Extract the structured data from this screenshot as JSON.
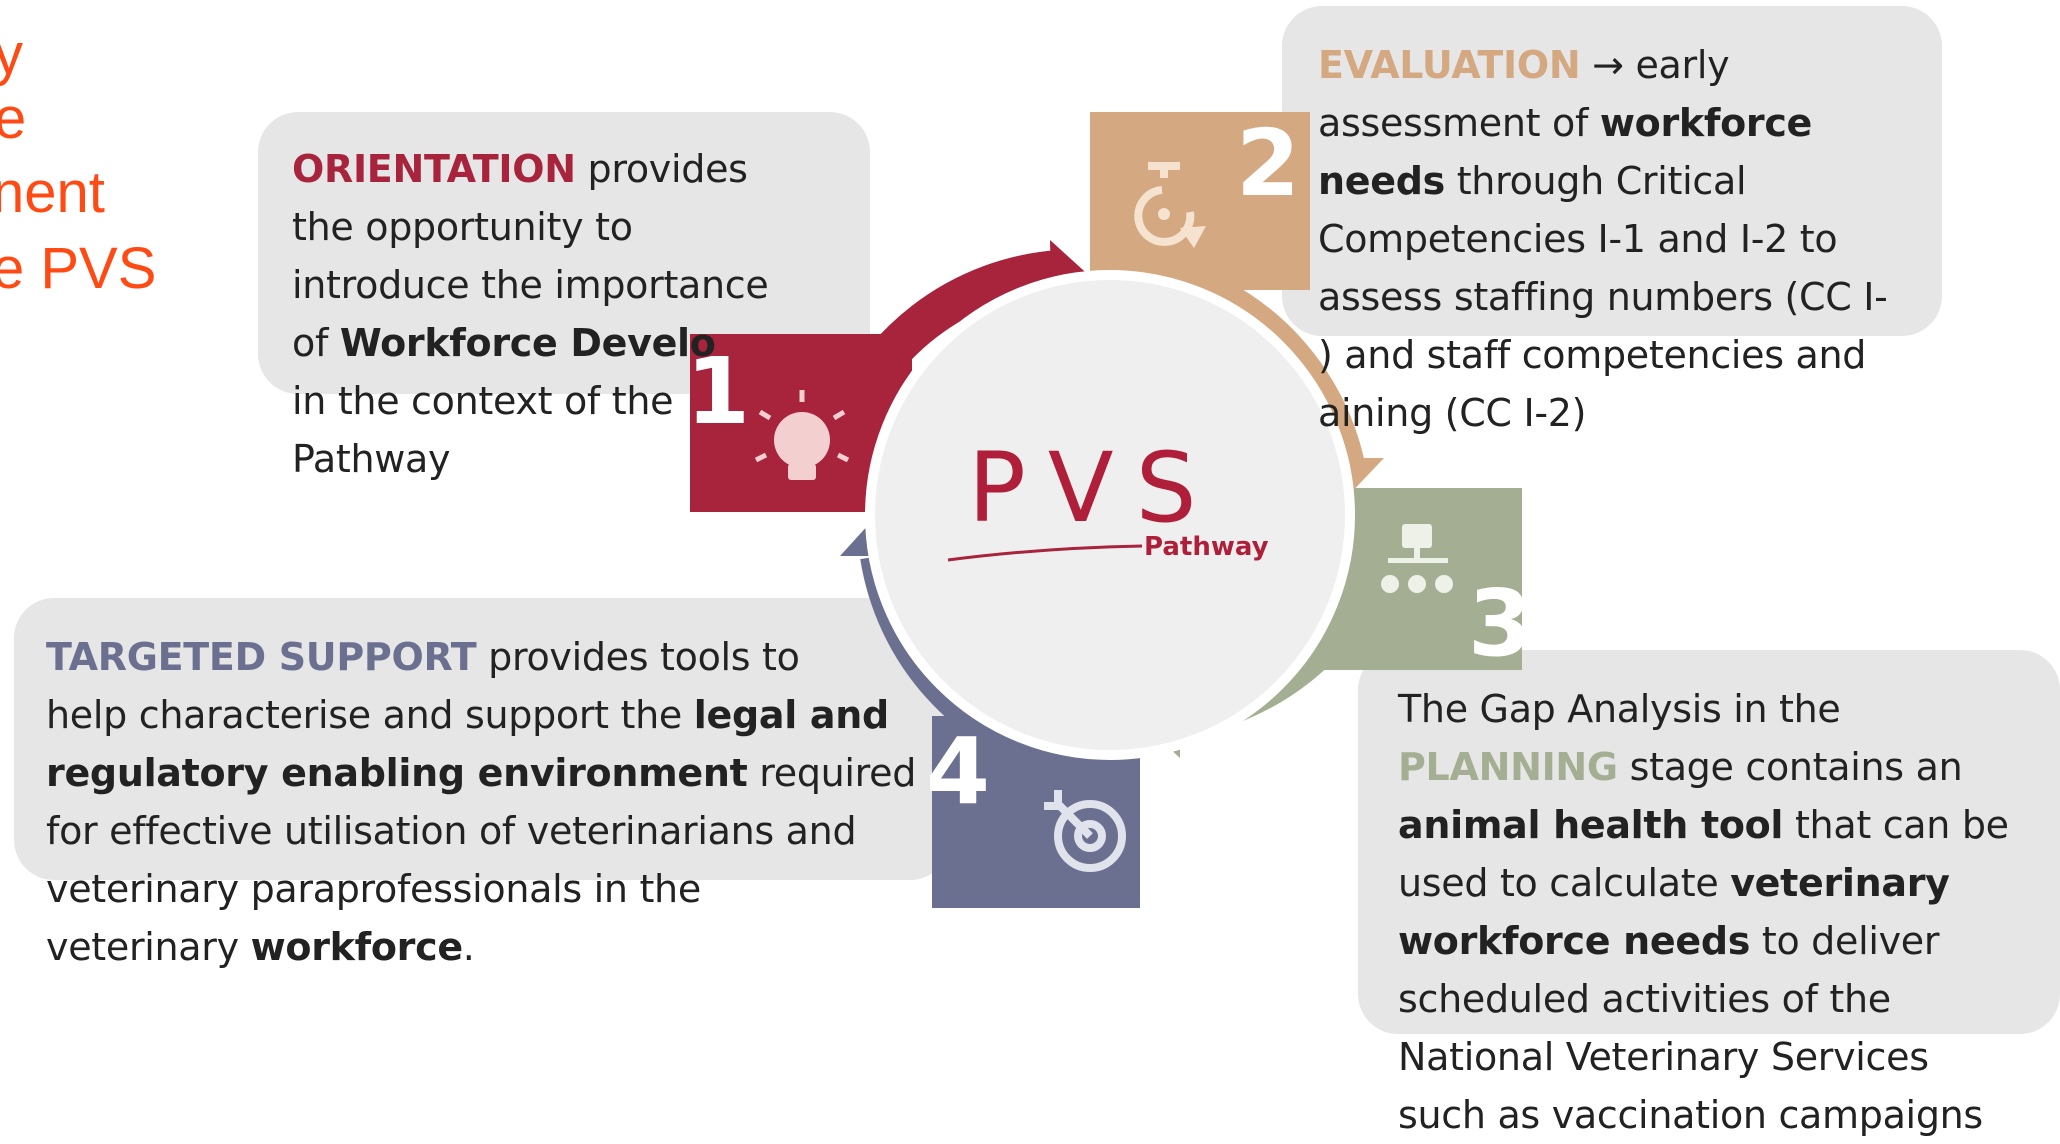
{
  "title_fragments": [
    "y",
    "e",
    "nent",
    "e PVS"
  ],
  "logo": {
    "text": "PVS",
    "subtext": "Pathway"
  },
  "steps": [
    {
      "number": "1",
      "color": "#a8233c",
      "icon": "lightbulb-icon",
      "heading": "ORIENTATION",
      "lines": [
        [
          {
            "t": "ORIENTATION",
            "s": "head"
          },
          {
            "t": " provides"
          }
        ],
        [
          {
            "t": "the opportunity to"
          }
        ],
        [
          {
            "t": "introduce the importance"
          }
        ],
        [
          {
            "t": "of "
          },
          {
            "t": "Workforce Develo",
            "s": "b"
          }
        ],
        [
          {
            "t": "in the context of the"
          }
        ],
        [
          {
            "t": "Pathway"
          }
        ]
      ]
    },
    {
      "number": "2",
      "color": "#d4a982",
      "icon": "stopwatch-icon",
      "heading": "EVALUATION",
      "lines": [
        [
          {
            "t": "EVALUATION",
            "s": "head"
          },
          {
            "t": " → early"
          }
        ],
        [
          {
            "t": "assessment of "
          },
          {
            "t": "workforce",
            "s": "b"
          }
        ],
        [
          {
            "t": "needs",
            "s": "b"
          },
          {
            "t": " through Critical"
          }
        ],
        [
          {
            "t": "Competencies I-1 and I-2 to"
          }
        ],
        [
          {
            "t": "assess staffing numbers (CC I-"
          }
        ],
        [
          {
            "t": ") and staff competencies and"
          }
        ],
        [
          {
            "t": "aining (CC I-2)"
          }
        ]
      ]
    },
    {
      "number": "3",
      "color": "#a4ae92",
      "icon": "org-chart-icon",
      "heading": "PLANNING",
      "lines": [
        [
          {
            "t": "The Gap Analysis in the"
          }
        ],
        [
          {
            "t": "PLANNING",
            "s": "head"
          },
          {
            "t": " stage contains an"
          }
        ],
        [
          {
            "t": "animal health tool",
            "s": "b"
          },
          {
            "t": " that can be"
          }
        ],
        [
          {
            "t": "used to calculate "
          },
          {
            "t": "veterinary",
            "s": "b"
          }
        ],
        [
          {
            "t": "workforce needs",
            "s": "b"
          },
          {
            "t": " to deliver"
          }
        ],
        [
          {
            "t": "scheduled activities of the"
          }
        ],
        [
          {
            "t": "National Veterinary Services"
          }
        ],
        [
          {
            "t": "such as vaccination campaigns"
          }
        ]
      ]
    },
    {
      "number": "4",
      "color": "#6b7090",
      "icon": "target-icon",
      "heading": "TARGETED SUPPORT",
      "lines": [
        [
          {
            "t": "TARGETED SUPPORT",
            "s": "head"
          },
          {
            "t": " provides tools to"
          }
        ],
        [
          {
            "t": "help characterise and support the "
          },
          {
            "t": "legal and",
            "s": "b"
          }
        ],
        [
          {
            "t": "regulatory enabling environment",
            "s": "b"
          },
          {
            "t": " required"
          }
        ],
        [
          {
            "t": "for effective utilisation of veterinarians and"
          }
        ],
        [
          {
            "t": "veterinary paraprofessionals in the"
          }
        ],
        [
          {
            "t": "veterinary "
          },
          {
            "t": "workforce",
            "s": "b"
          },
          {
            "t": "."
          }
        ]
      ]
    }
  ]
}
